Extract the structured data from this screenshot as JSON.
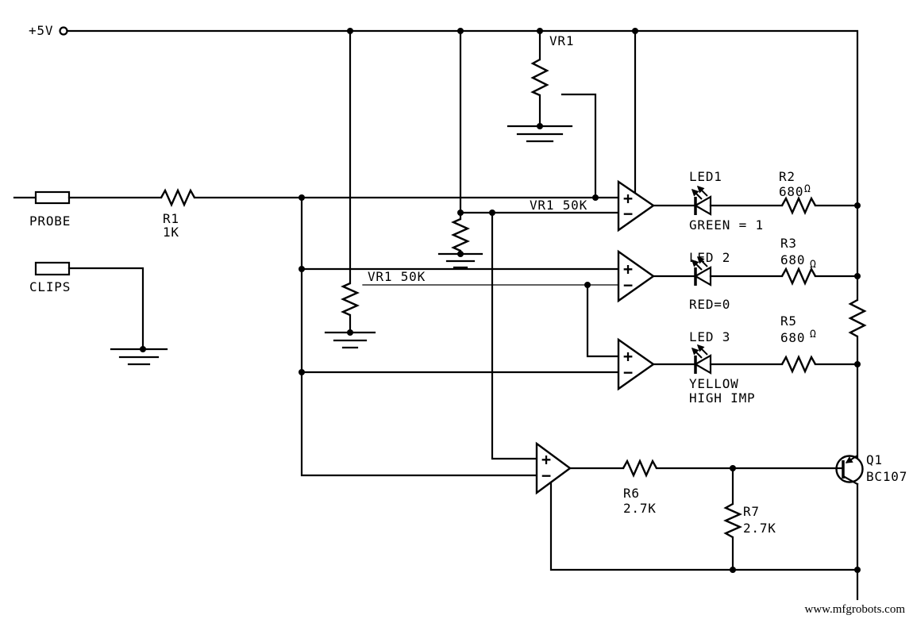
{
  "colors": {
    "background": "#ffffff",
    "ink": "#000000"
  },
  "power": {
    "label": "+5V"
  },
  "terminals": {
    "probe": "PROBE",
    "clips": "CLIPS"
  },
  "resistors": {
    "r1": {
      "name": "R1",
      "value": "1K"
    },
    "r2": {
      "name": "R2",
      "value": "680",
      "unit": "Ω"
    },
    "r3": {
      "name": "R3",
      "value": "680",
      "unit": "Ω"
    },
    "r5": {
      "name": "R5",
      "value": "680",
      "unit": "Ω"
    },
    "r6": {
      "name": "R6",
      "value": "2.7K"
    },
    "r7": {
      "name": "R7",
      "value": "2.7K"
    }
  },
  "potentiometers": {
    "vr1": {
      "name": "VR1"
    },
    "tap_upper": {
      "name": "VR1 50K"
    },
    "tap_lower": {
      "name": "VR1  50K"
    }
  },
  "leds": {
    "led1": {
      "name": "LED1",
      "caption": "GREEN = 1"
    },
    "led2": {
      "name": "LED 2",
      "caption": "RED=0"
    },
    "led3": {
      "name": "LED 3",
      "caption_line1": "YELLOW",
      "caption_line2": "HIGH IMP"
    }
  },
  "transistor": {
    "name": "Q1",
    "part": "BC107"
  },
  "opamp": {
    "plus": "+",
    "minus": "−"
  },
  "watermark": "www.mfgrobots.com"
}
